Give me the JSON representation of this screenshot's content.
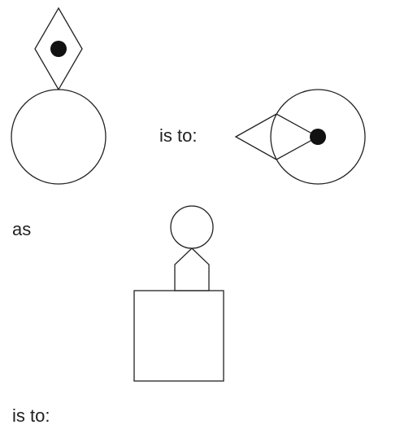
{
  "labels": {
    "is_to_first": "is to:",
    "as": "as",
    "is_to_second": "is to:"
  },
  "colors": {
    "stroke": "#222222",
    "dot": "#111111",
    "background": "#ffffff"
  }
}
